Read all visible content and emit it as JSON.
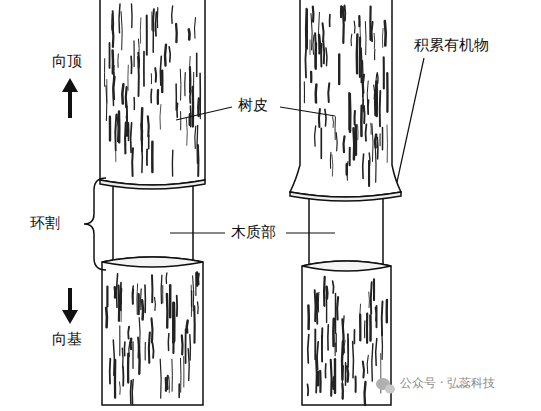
{
  "diagram": {
    "labels": [
      "向顶",
      "树皮",
      "积累有机物",
      "环割",
      "木质部",
      "向基",
      "公众号 · 弘蕊科技"
    ]
  }
}
